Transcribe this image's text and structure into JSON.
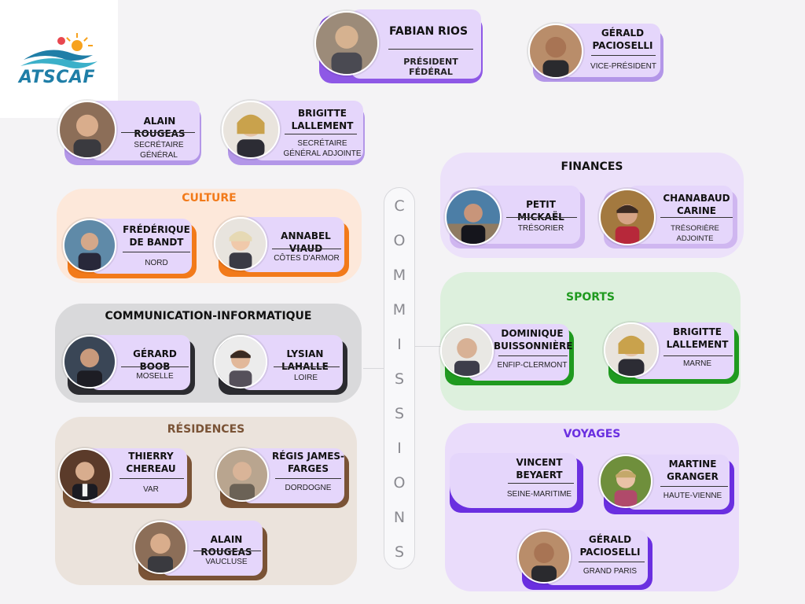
{
  "logo": {
    "text": "ATSCAF"
  },
  "commissions_label": "COMMISSIONS",
  "leaders": {
    "president": {
      "name": "FABIAN RIOS",
      "role": "PRÉSIDENT FÉDÉRAL"
    },
    "vice_president": {
      "name": "GÉRALD PACIOSELLI",
      "role": "VICE-PRÉSIDENT"
    },
    "secretary": {
      "name": "ALAIN ROUGEAS",
      "role": "SECRÉTAIRE GÉNÉRAL"
    },
    "deputy_secretary": {
      "name": "BRIGITTE LALLEMENT",
      "role": "SECRÉTAIRE GÉNÉRAL ADJOINTE"
    }
  },
  "groups": {
    "culture": {
      "title": "CULTURE",
      "color": "#f27a1a",
      "members": [
        {
          "name": "FRÉDÉRIQUE DE BANDT",
          "role": "NORD"
        },
        {
          "name": "ANNABEL VIAUD",
          "role": "CÔTES D'ARMOR"
        }
      ]
    },
    "communication": {
      "title": "COMMUNICATION-INFORMATIQUE",
      "color": "#111111",
      "members": [
        {
          "name": "GÉRARD BOOB",
          "role": "MOSELLE"
        },
        {
          "name": "LYSIAN LAHALLE",
          "role": "LOIRE"
        }
      ]
    },
    "residences": {
      "title": "RÉSIDENCES",
      "color": "#7a5336",
      "members": [
        {
          "name": "THIERRY CHEREAU",
          "role": "VAR"
        },
        {
          "name": "RÉGIS JAMES-FARGES",
          "role": "DORDOGNE"
        },
        {
          "name": "ALAIN ROUGEAS",
          "role": "VAUCLUSE"
        }
      ]
    },
    "finances": {
      "title": "FINANCES",
      "color": "#111111",
      "members": [
        {
          "name": "PETIT MICKAËL",
          "role": "TRÉSORIER"
        },
        {
          "name": "CHANABAUD CARINE",
          "role": "TRÉSORIÈRE ADJOINTE"
        }
      ]
    },
    "sports": {
      "title": "SPORTS",
      "color": "#1f9a1f",
      "members": [
        {
          "name": "DOMINIQUE BUISSONNIÈRE",
          "role": "ENFIP-CLERMONT"
        },
        {
          "name": "BRIGITTE LALLEMENT",
          "role": "MARNE"
        }
      ]
    },
    "voyages": {
      "title": "VOYAGES",
      "color": "#6a2fe0",
      "members": [
        {
          "name": "VINCENT BEYAERT",
          "role": "SEINE-MARITIME"
        },
        {
          "name": "MARTINE GRANGER",
          "role": "HAUTE-VIENNE"
        },
        {
          "name": "GÉRALD PACIOSELLI",
          "role": "GRAND PARIS"
        }
      ]
    }
  },
  "colors": {
    "culture_bg": "#fde8da",
    "communication_bg": "#d9d9db",
    "residences_bg": "#ebe3dc",
    "finances_bg": "#ece1fa",
    "sports_bg": "#ddf0dd",
    "voyages_bg": "#eadcfb",
    "tag": "#e5d6fb",
    "accent_purple": "#6a2fe0"
  }
}
